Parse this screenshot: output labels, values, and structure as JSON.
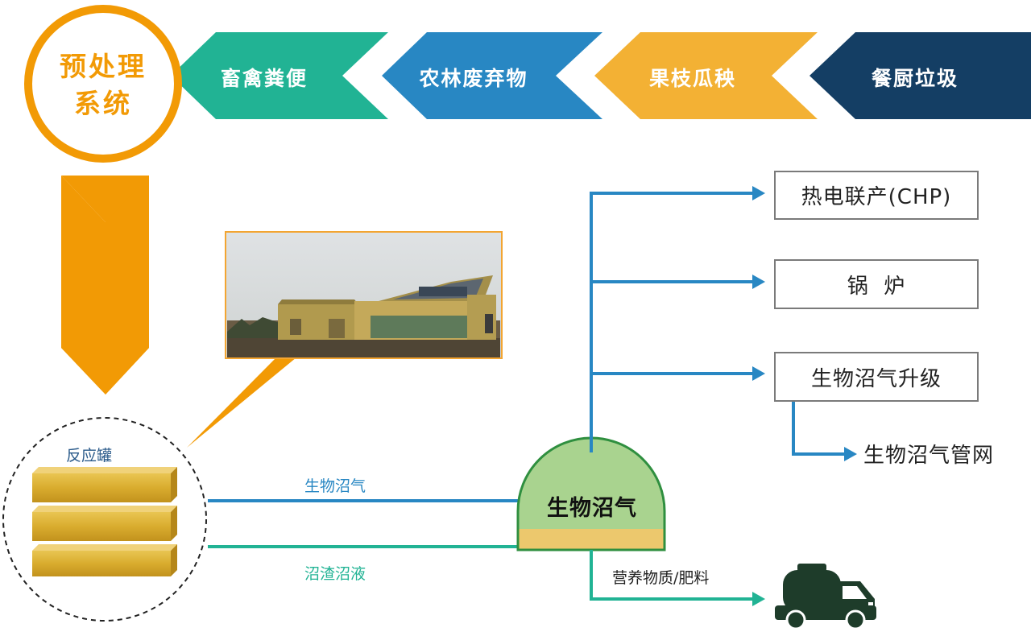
{
  "colors": {
    "orange": "#f29a05",
    "teal": "#21b394",
    "blue": "#2887c3",
    "yellow": "#f3b134",
    "navy": "#143e64",
    "domeGreen": "#a9d38f",
    "domeBand": "#ecc86d",
    "domeStroke": "#2f8f3f",
    "truck": "#1e3c2a"
  },
  "pretreatment": {
    "line1": "预处理",
    "line2": "系统"
  },
  "feedstocks": [
    {
      "label": "畜禽粪便",
      "color": "#21b394"
    },
    {
      "label": "农林废弃物",
      "color": "#2887c3"
    },
    {
      "label": "果枝瓜秧",
      "color": "#f3b134"
    },
    {
      "label": "餐厨垃圾",
      "color": "#143e64"
    }
  ],
  "reactor": {
    "label": "反应罐"
  },
  "biogas_line": {
    "label": "生物沼气"
  },
  "digestate_line": {
    "label": "沼渣沼液"
  },
  "dome": {
    "label": "生物沼气"
  },
  "outputs": [
    {
      "label": "热电联产(CHP)"
    },
    {
      "label": "锅  炉"
    },
    {
      "label": "生物沼气升级"
    }
  ],
  "grid": {
    "label": "生物沼气管网"
  },
  "fertilizer": {
    "label": "营养物质/肥料"
  },
  "icons": [
    "factory-photo",
    "truck-icon",
    "reactor-tank-icon"
  ]
}
